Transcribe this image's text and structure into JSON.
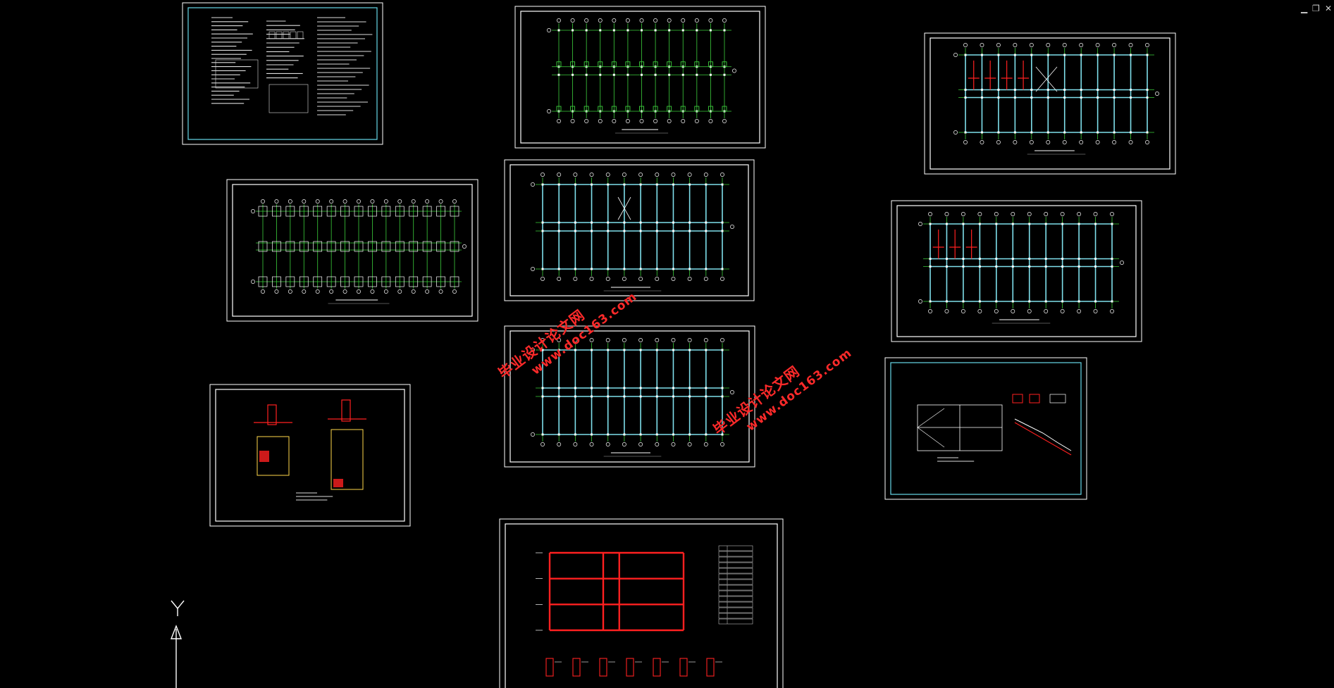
{
  "window_controls": {
    "minimize_icon": "minimize-icon",
    "restore_icon": "restore-icon",
    "close_icon": "close-icon"
  },
  "ucs": {
    "y_axis_label": "Y"
  },
  "watermarks": [
    {
      "cn": "毕业设计论文网",
      "url": "www.doc163.com"
    },
    {
      "cn": "毕业设计论文网",
      "url": "www.doc163.com"
    }
  ],
  "colors": {
    "background": "#000000",
    "frame": "#ffffff",
    "inner_frame": "#66d9e8",
    "grid": "#3ccf3c",
    "beam": "#7fe0ec",
    "rebar": "#ff2020",
    "watermark": "#ff2a2a"
  }
}
